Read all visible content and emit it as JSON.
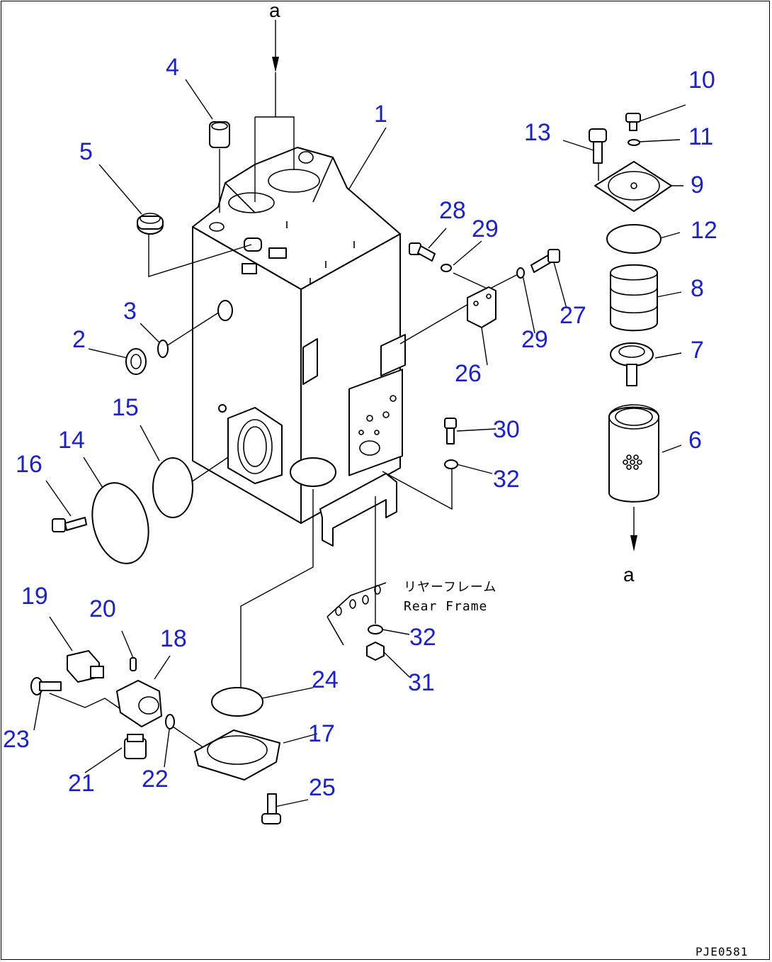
{
  "diagram": {
    "connector_label": "a",
    "rear_frame_jp": "リヤーフレーム",
    "rear_frame_en": "Rear Frame",
    "drawing_code": "PJE0581"
  },
  "part_numbers": [
    "1",
    "2",
    "3",
    "4",
    "5",
    "6",
    "7",
    "8",
    "9",
    "10",
    "11",
    "12",
    "13",
    "14",
    "15",
    "16",
    "17",
    "18",
    "19",
    "20",
    "21",
    "22",
    "23",
    "24",
    "25",
    "26",
    "27",
    "28",
    "29",
    "29",
    "30",
    "31",
    "32",
    "32"
  ]
}
